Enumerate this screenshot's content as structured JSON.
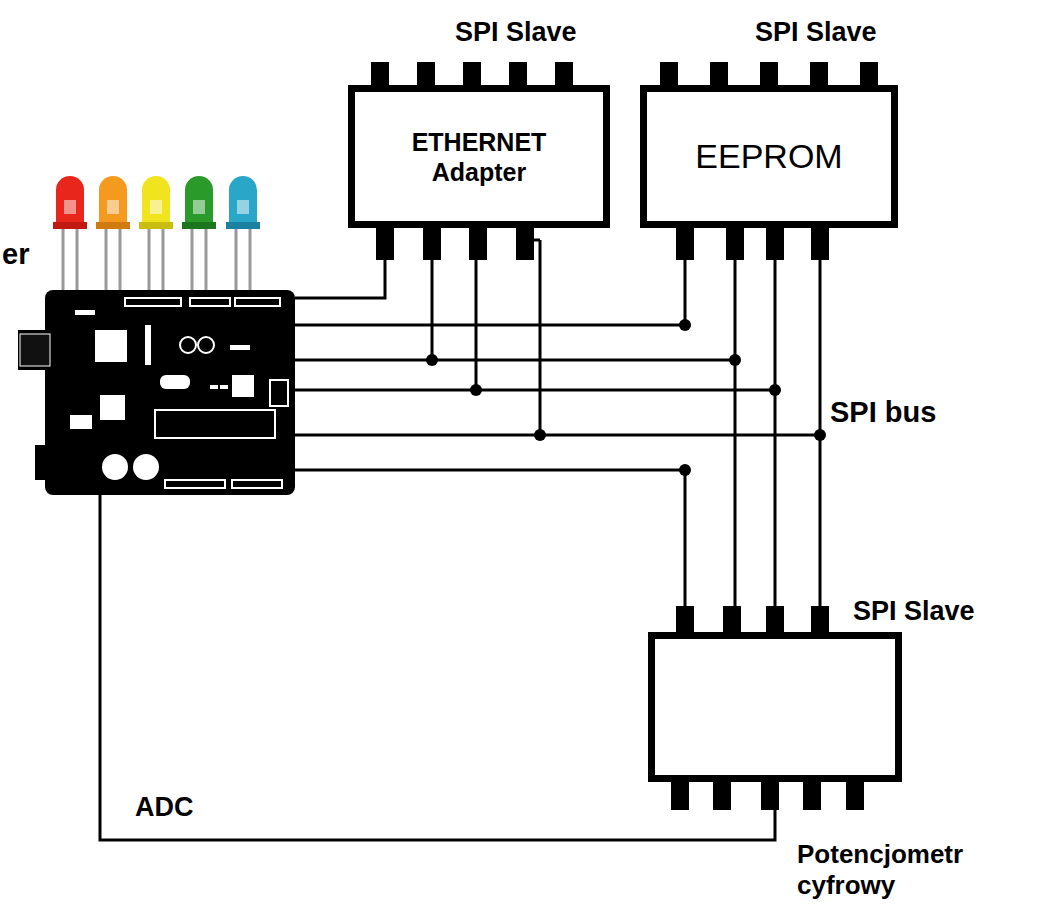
{
  "diagram": {
    "nodes": [
      {
        "text": [
          "SPI Slave",
          "ETHERNET Adapter"
        ]
      },
      {
        "text": [
          "SPI Slave",
          "EEPROM"
        ]
      },
      {
        "text": [
          "SPI Slave",
          "Potencjometr cyfrowy"
        ]
      }
    ],
    "labels": [
      "er",
      "SPI bus",
      "ADC"
    ]
  }
}
